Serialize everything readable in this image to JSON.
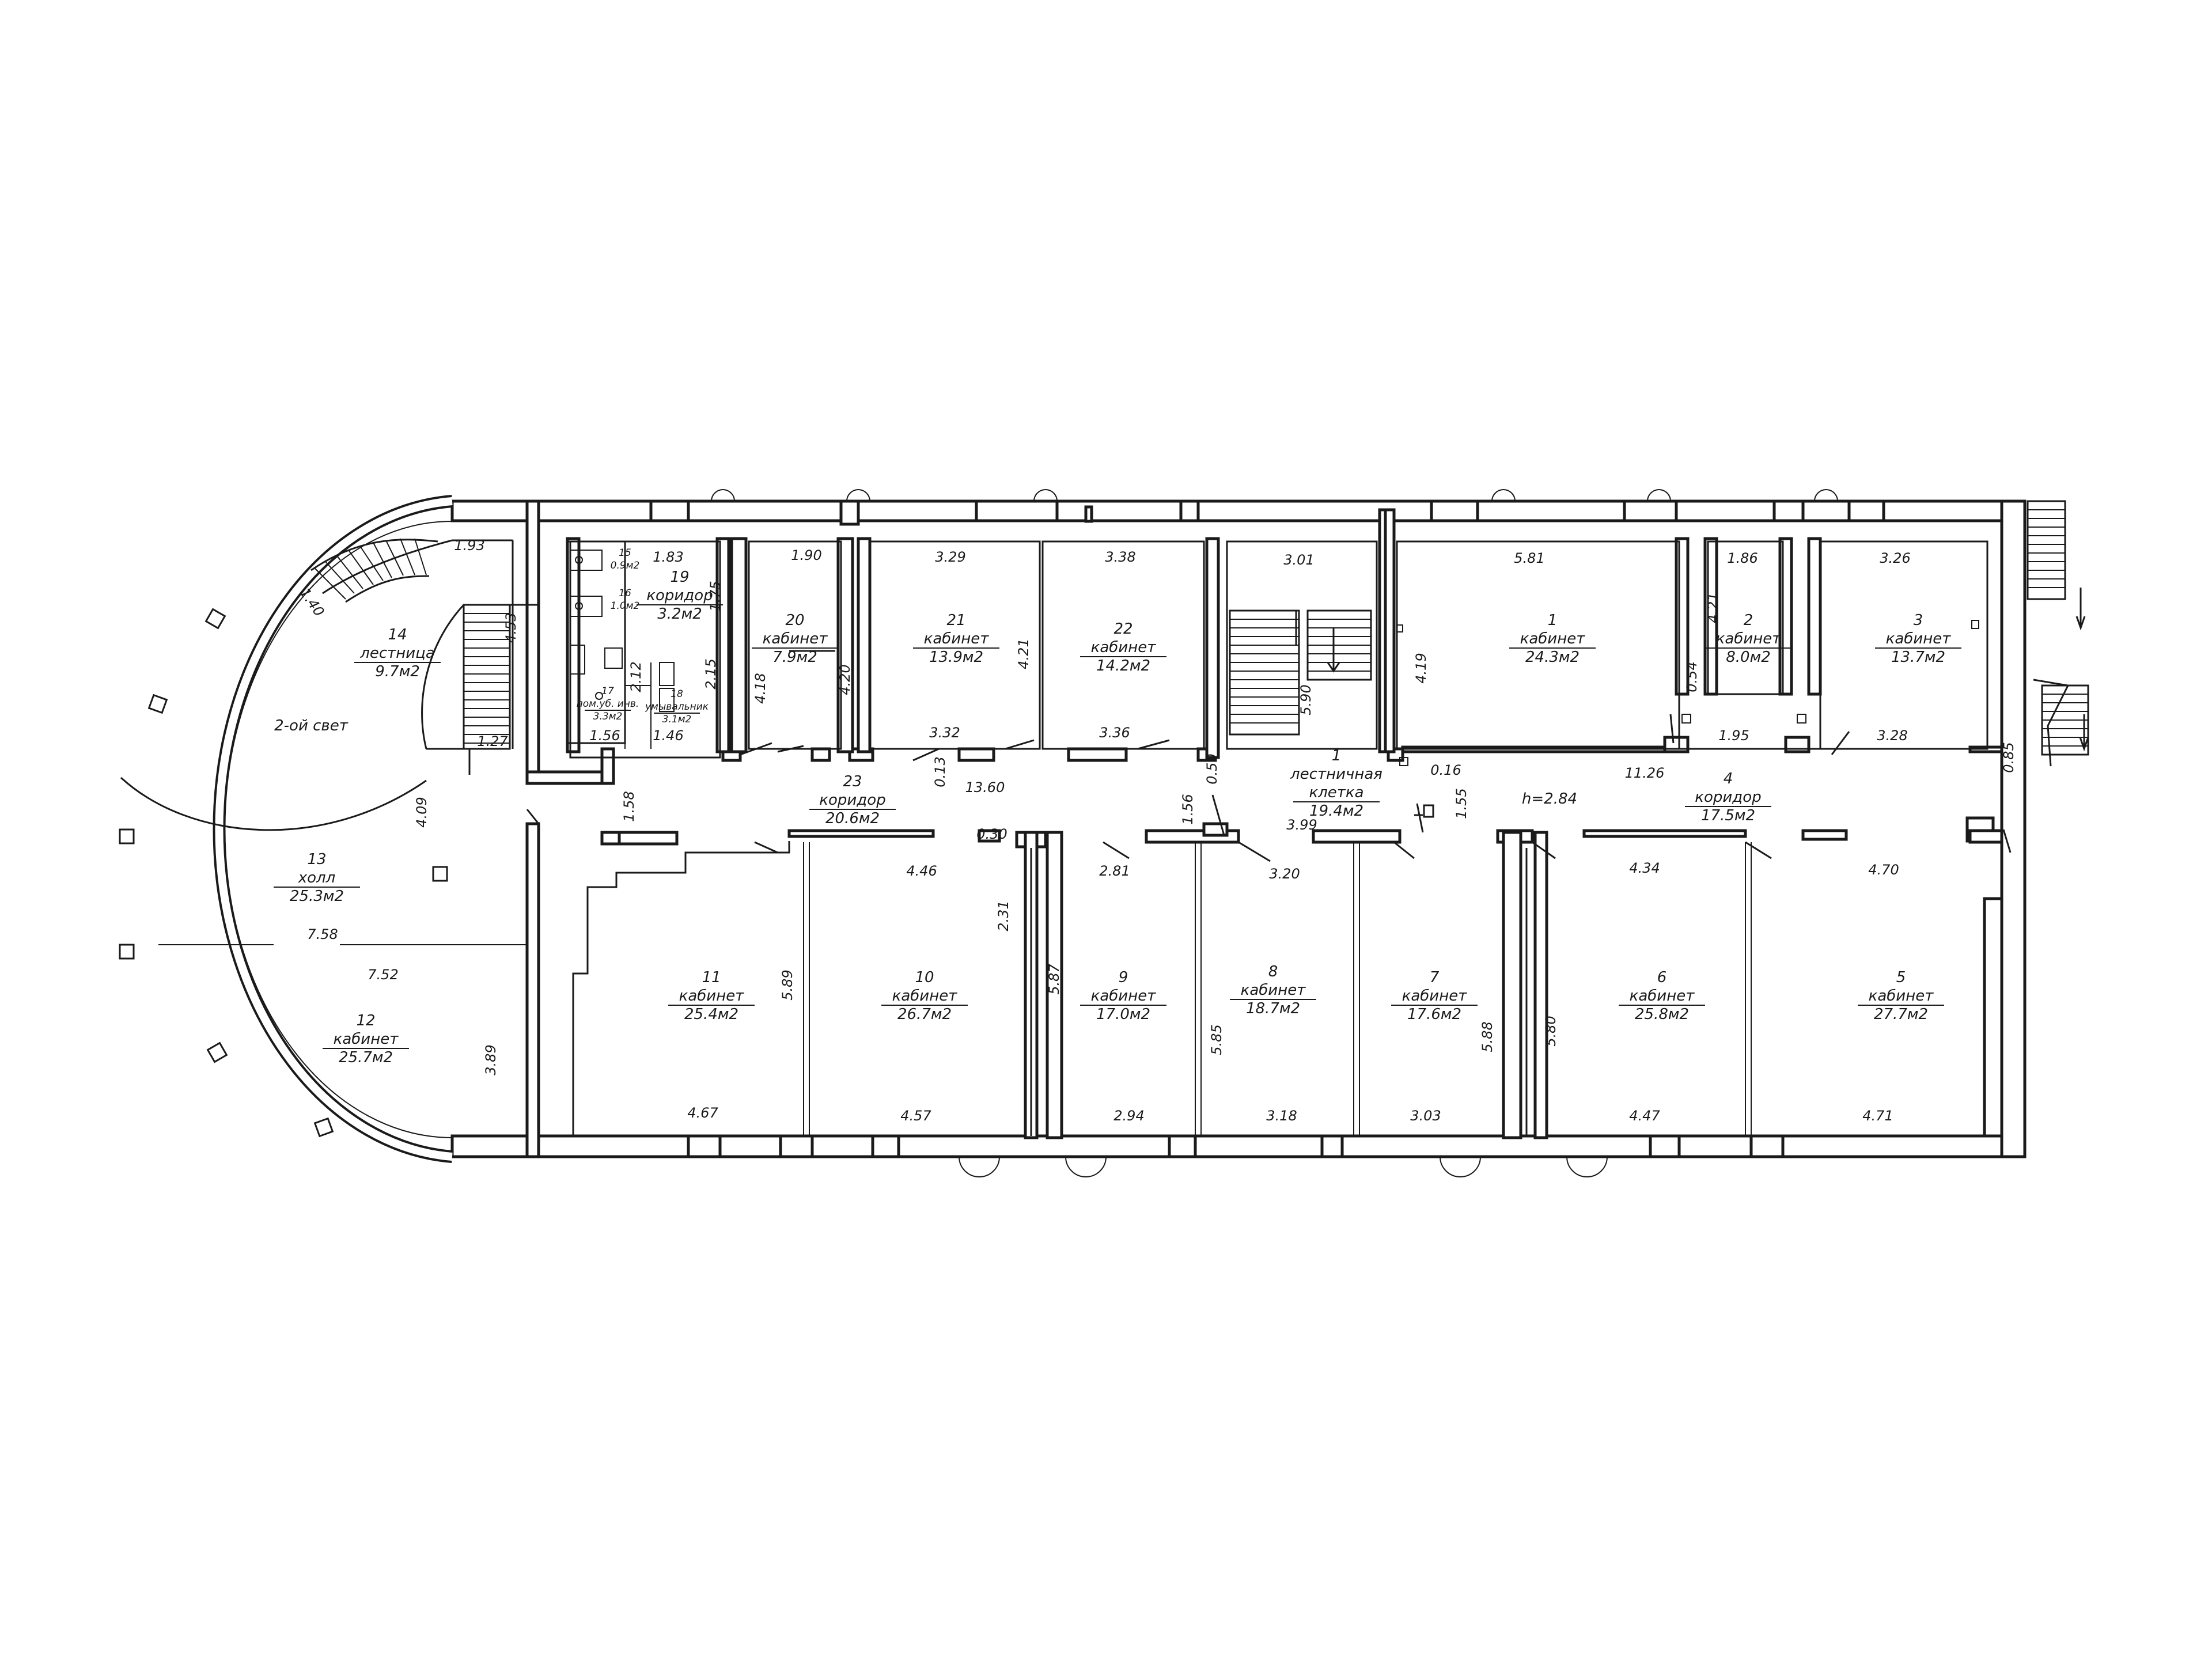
{
  "rooms": [
    {
      "id": "r1",
      "lines": [
        "1",
        "кабинет",
        "24.3м2"
      ]
    },
    {
      "id": "r2",
      "lines": [
        "2",
        "кабинет",
        "8.0м2"
      ]
    },
    {
      "id": "r3",
      "lines": [
        "3",
        "кабинет",
        "13.7м2"
      ]
    },
    {
      "id": "r4",
      "lines": [
        "4",
        "коридор",
        "17.5м2"
      ]
    },
    {
      "id": "r5",
      "lines": [
        "5",
        "кабинет",
        "27.7м2"
      ]
    },
    {
      "id": "r6",
      "lines": [
        "6",
        "кабинет",
        "25.8м2"
      ]
    },
    {
      "id": "r7",
      "lines": [
        "7",
        "кабинет",
        "17.6м2"
      ]
    },
    {
      "id": "r8",
      "lines": [
        "8",
        "кабинет",
        "18.7м2"
      ]
    },
    {
      "id": "r9",
      "lines": [
        "9",
        "кабинет",
        "17.0м2"
      ]
    },
    {
      "id": "r10",
      "lines": [
        "10",
        "кабинет",
        "26.7м2"
      ]
    },
    {
      "id": "r11",
      "lines": [
        "11",
        "кабинет",
        "25.4м2"
      ]
    },
    {
      "id": "r12",
      "lines": [
        "12",
        "кабинет",
        "25.7м2"
      ]
    },
    {
      "id": "r13",
      "lines": [
        "13",
        "холл",
        "25.3м2"
      ]
    },
    {
      "id": "r14",
      "lines": [
        "14",
        "лестница",
        "9.7м2"
      ]
    },
    {
      "id": "r15",
      "lines": [
        "15",
        "0.9м2"
      ]
    },
    {
      "id": "r16",
      "lines": [
        "16",
        "1.0м2"
      ]
    },
    {
      "id": "r17",
      "lines": [
        "17",
        "пом.уб. инв.",
        "3.3м2"
      ]
    },
    {
      "id": "r18",
      "lines": [
        "18",
        "умывальник",
        "3.1м2"
      ]
    },
    {
      "id": "r19",
      "lines": [
        "19",
        "коридор",
        "3.2м2"
      ]
    },
    {
      "id": "r20",
      "lines": [
        "20",
        "кабинет",
        "7.9м2"
      ]
    },
    {
      "id": "r21",
      "lines": [
        "21",
        "кабинет",
        "13.9м2"
      ]
    },
    {
      "id": "r22",
      "lines": [
        "22",
        "кабинет",
        "14.2м2"
      ]
    },
    {
      "id": "r23",
      "lines": [
        "23",
        "коридор",
        "20.6м2"
      ]
    },
    {
      "id": "rl",
      "lines": [
        "1",
        "лестничная",
        "клетка",
        "19.4м2"
      ]
    }
  ],
  "second_light": "2-ой свет",
  "height_note": "h=2.84",
  "dims": [
    "1.93",
    "1.40",
    "4.53",
    "1.27",
    "4.09",
    "1.58",
    "7.58",
    "7.52",
    "3.89",
    "1.83",
    "1.75",
    "2.12",
    "2.15",
    "1.56",
    "1.46",
    "1.90",
    "4.18",
    "4.20",
    "3.29",
    "3.32",
    "0.13",
    "3.38",
    "4.21",
    "3.36",
    "0.50",
    "13.60",
    "1.56",
    "3.01",
    "5.90",
    "3.99",
    "5.81",
    "4.19",
    "0.16",
    "1.55",
    "11.26",
    "1.86",
    "4.21",
    "0.54",
    "1.95",
    "3.26",
    "3.28",
    "0.85",
    "4.46",
    "0.30",
    "2.31",
    "5.89",
    "4.67",
    "4.57",
    "2.81",
    "5.87",
    "2.94",
    "3.20",
    "5.85",
    "3.18",
    "3.03",
    "5.88",
    "4.34",
    "5.80",
    "4.47",
    "4.70",
    "4.71"
  ]
}
